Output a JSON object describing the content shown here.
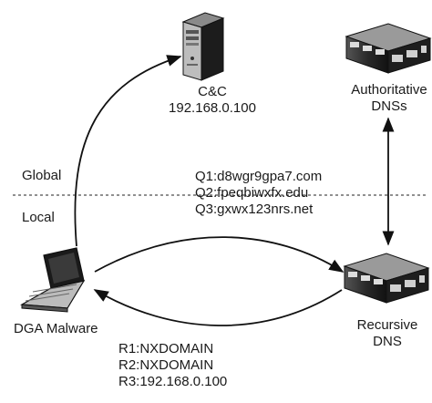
{
  "nodes": {
    "cc": {
      "line1": "C&C",
      "line2": "192.168.0.100"
    },
    "auth_dns": {
      "line1": "Authoritative",
      "line2": "DNSs"
    },
    "recursive_dns": {
      "line1": "Recursive",
      "line2": "DNS"
    },
    "malware": {
      "label": "DGA Malware"
    }
  },
  "zones": {
    "global": "Global",
    "local": "Local"
  },
  "queries": [
    "Q1:d8wgr9gpa7.com",
    "Q2:fpeqbiwxfx.edu",
    "Q3:gxwx123nrs.net"
  ],
  "responses": [
    "R1:NXDOMAIN",
    "R2:NXDOMAIN",
    "R3:192.168.0.100"
  ],
  "colors": {
    "line": "#111111",
    "server_body": "#2b2b2b",
    "server_face": "#d8d8d8"
  }
}
